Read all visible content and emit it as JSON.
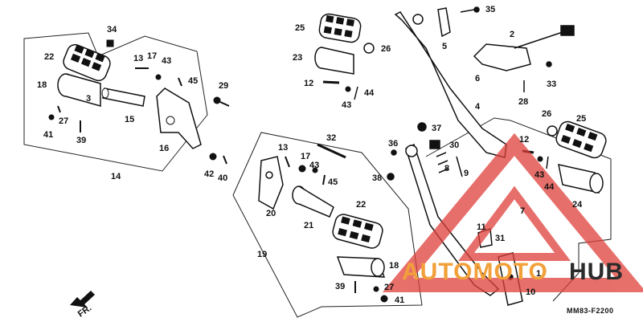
{
  "diagram": {
    "code": "MM83-F2200",
    "direction_label": "FR.",
    "watermark": {
      "part1": "AUTOMOTO",
      "part2": "HUB",
      "color_red": "#e0403a",
      "color_orange": "#f2a03a",
      "color_dark": "#2b2b2b"
    },
    "labels": [
      {
        "key": "l34",
        "text": "34"
      },
      {
        "key": "l22a",
        "text": "22"
      },
      {
        "key": "l13a",
        "text": "13"
      },
      {
        "key": "l17a",
        "text": "17"
      },
      {
        "key": "l43a",
        "text": "43"
      },
      {
        "key": "l45a",
        "text": "45"
      },
      {
        "key": "l18a",
        "text": "18"
      },
      {
        "key": "l3",
        "text": "3"
      },
      {
        "key": "l29",
        "text": "29"
      },
      {
        "key": "l27a",
        "text": "27"
      },
      {
        "key": "l15",
        "text": "15"
      },
      {
        "key": "l41a",
        "text": "41"
      },
      {
        "key": "l39a",
        "text": "39"
      },
      {
        "key": "l16",
        "text": "16"
      },
      {
        "key": "l14",
        "text": "14"
      },
      {
        "key": "l42",
        "text": "42"
      },
      {
        "key": "l40",
        "text": "40"
      },
      {
        "key": "l25a",
        "text": "25"
      },
      {
        "key": "l23",
        "text": "23"
      },
      {
        "key": "l26a",
        "text": "26"
      },
      {
        "key": "l12a",
        "text": "12"
      },
      {
        "key": "l44a",
        "text": "44"
      },
      {
        "key": "l43b",
        "text": "43"
      },
      {
        "key": "l35",
        "text": "35"
      },
      {
        "key": "l5",
        "text": "5"
      },
      {
        "key": "l2",
        "text": "2"
      },
      {
        "key": "l6",
        "text": "6"
      },
      {
        "key": "l33",
        "text": "33"
      },
      {
        "key": "l28",
        "text": "28"
      },
      {
        "key": "l4",
        "text": "4"
      },
      {
        "key": "l37",
        "text": "37"
      },
      {
        "key": "l26b",
        "text": "26"
      },
      {
        "key": "l25b",
        "text": "25"
      },
      {
        "key": "l32",
        "text": "32"
      },
      {
        "key": "l36",
        "text": "36"
      },
      {
        "key": "l30",
        "text": "30"
      },
      {
        "key": "l12b",
        "text": "12"
      },
      {
        "key": "l13b",
        "text": "13"
      },
      {
        "key": "l17b",
        "text": "17"
      },
      {
        "key": "l8",
        "text": "8"
      },
      {
        "key": "l9",
        "text": "9"
      },
      {
        "key": "l43c",
        "text": "43"
      },
      {
        "key": "l38",
        "text": "38"
      },
      {
        "key": "l43d",
        "text": "43"
      },
      {
        "key": "l44b",
        "text": "44"
      },
      {
        "key": "l45b",
        "text": "45"
      },
      {
        "key": "l24",
        "text": "24"
      },
      {
        "key": "l20",
        "text": "20"
      },
      {
        "key": "l21",
        "text": "21"
      },
      {
        "key": "l22b",
        "text": "22"
      },
      {
        "key": "l7",
        "text": "7"
      },
      {
        "key": "l11",
        "text": "11"
      },
      {
        "key": "l31",
        "text": "31"
      },
      {
        "key": "l19",
        "text": "19"
      },
      {
        "key": "l18b",
        "text": "18"
      },
      {
        "key": "l1",
        "text": "1"
      },
      {
        "key": "l39b",
        "text": "39"
      },
      {
        "key": "l27b",
        "text": "27"
      },
      {
        "key": "l10",
        "text": "10"
      },
      {
        "key": "l41b",
        "text": "41"
      }
    ]
  }
}
